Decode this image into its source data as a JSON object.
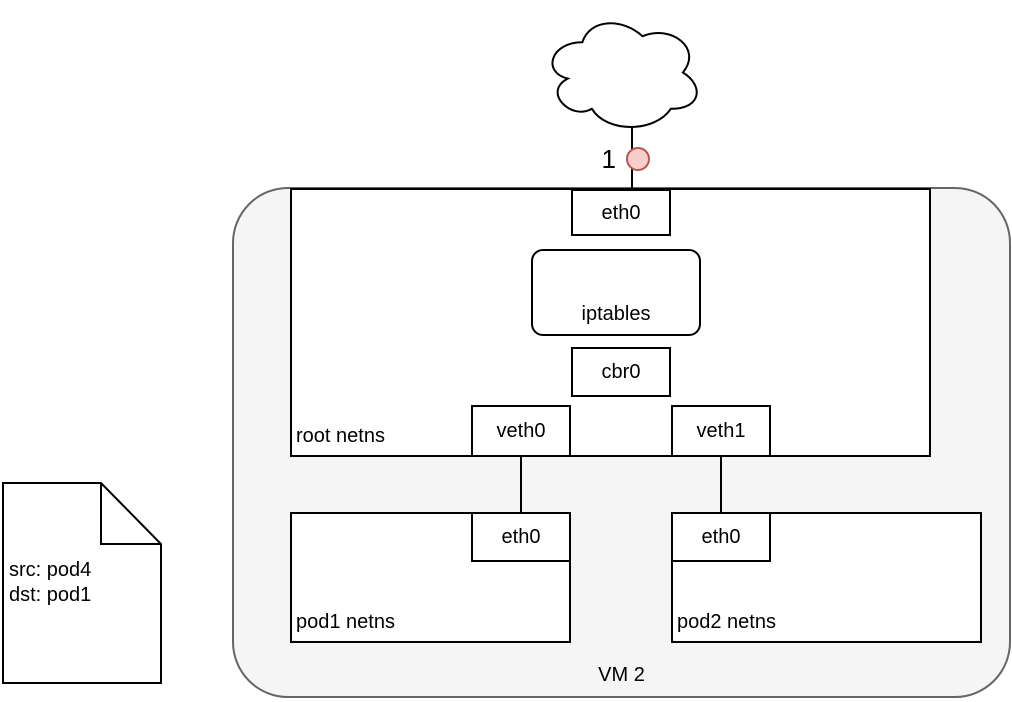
{
  "labels": {
    "internet_marker": "1",
    "vm": "VM 2"
  },
  "root_netns": {
    "label": "root netns",
    "eth0": "eth0",
    "iptables": "iptables",
    "cbr0": "cbr0",
    "veth0": "veth0",
    "veth1": "veth1"
  },
  "pod1_netns": {
    "label": "pod1 netns",
    "eth0": "eth0"
  },
  "pod2_netns": {
    "label": "pod2 netns",
    "eth0": "eth0"
  },
  "note": {
    "line1": "src: pod4",
    "line2": "dst: pod1"
  },
  "colors": {
    "marker_fill": "#f8cecc",
    "marker_stroke": "#b85450",
    "vm_fill": "#f5f5f5",
    "vm_stroke": "#666666",
    "box_fill": "#ffffff",
    "box_stroke": "#000000",
    "line": "#000000"
  }
}
